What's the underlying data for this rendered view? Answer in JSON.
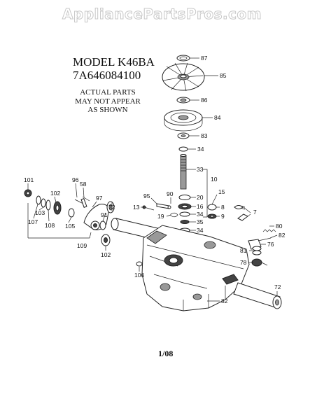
{
  "watermark": "AppliancePartsPros.com",
  "model": {
    "line1": "MODEL K46BA",
    "line2": "7A646084100"
  },
  "note": {
    "line1": "ACTUAL PARTS",
    "line2": "MAY NOT APPEAR",
    "line3": "AS SHOWN"
  },
  "date": "1/08",
  "callouts": {
    "c87": "87",
    "c85": "85",
    "c86": "86",
    "c84": "84",
    "c83": "83",
    "c34a": "34",
    "c33": "33",
    "c10": "10",
    "c15": "15",
    "c20": "20",
    "c16": "16",
    "c8": "8",
    "c34b": "34",
    "c9": "9",
    "c35": "35",
    "c34c": "34",
    "c7": "7",
    "c95": "95",
    "c90": "90",
    "c13": "13",
    "c19": "19",
    "c101": "101",
    "c102a": "102",
    "c96": "96",
    "c58": "58",
    "c97": "97",
    "c72a": "72",
    "c91": "91",
    "c103": "103",
    "c107": "107",
    "c108": "108",
    "c105": "105",
    "c109": "109",
    "c102b": "102",
    "c106": "106",
    "c80": "80",
    "c82a": "82",
    "c76": "76",
    "c81": "81",
    "c78": "78",
    "c82b": "82",
    "c72b": "72"
  }
}
